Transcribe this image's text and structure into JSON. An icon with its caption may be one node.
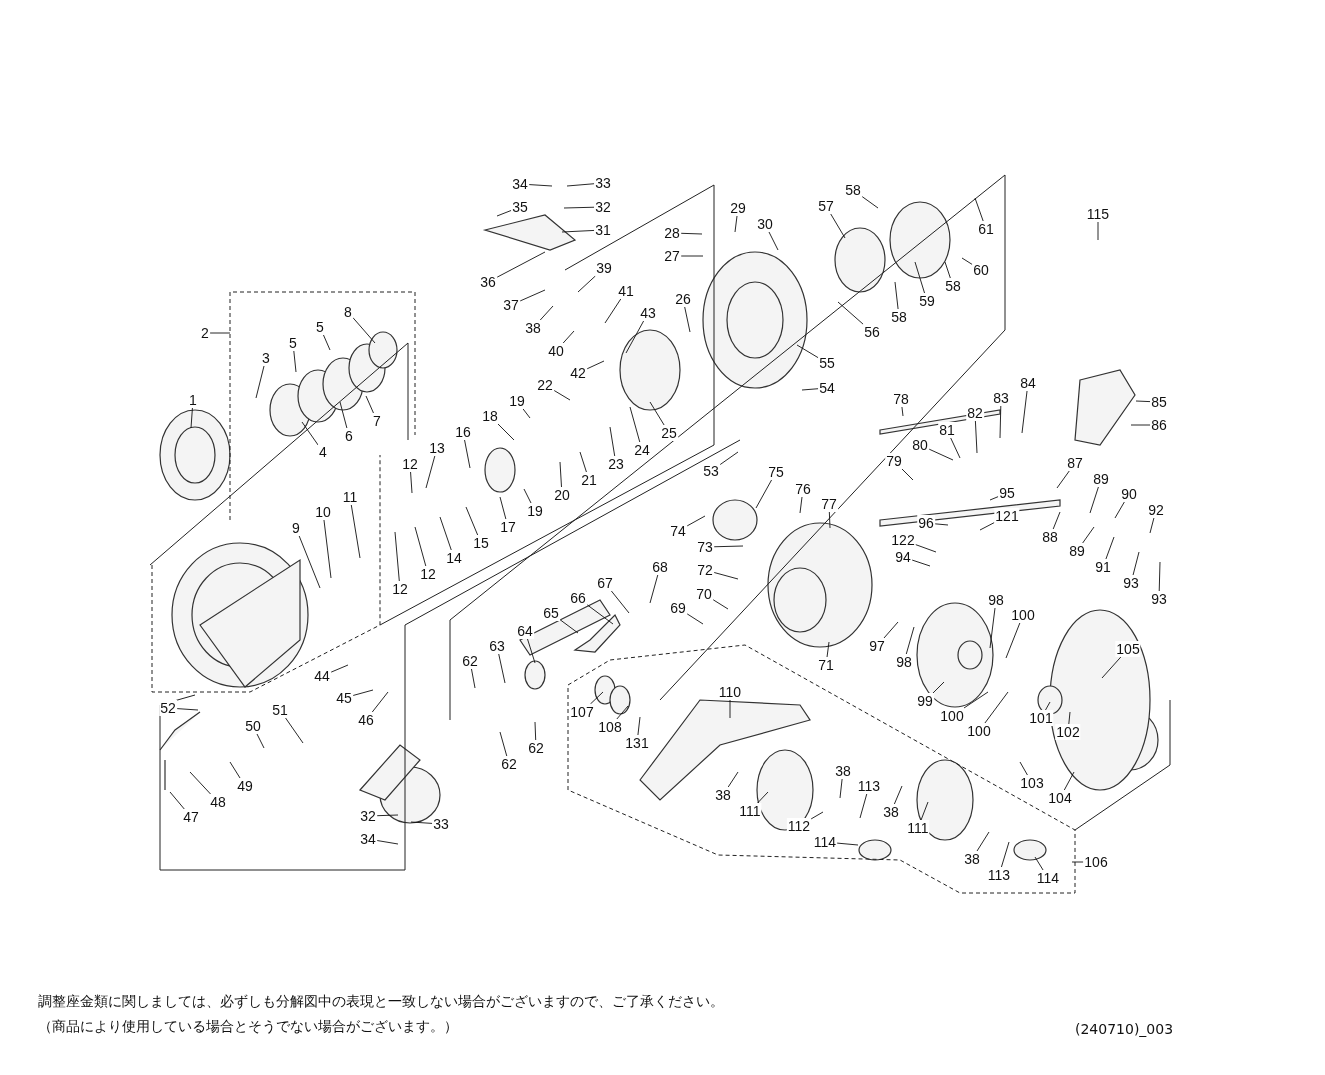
{
  "diagram": {
    "nodes": [
      {
        "text": [
          "34"
        ]
      },
      {
        "text": [
          "33"
        ]
      },
      {
        "text": [
          "32"
        ]
      },
      {
        "text": [
          "35"
        ]
      },
      {
        "text": [
          "31"
        ]
      },
      {
        "text": [
          "28"
        ]
      },
      {
        "text": [
          "29"
        ]
      },
      {
        "text": [
          "30"
        ]
      },
      {
        "text": [
          "57"
        ]
      },
      {
        "text": [
          "58"
        ]
      },
      {
        "text": [
          "61"
        ]
      },
      {
        "text": [
          "115"
        ]
      },
      {
        "text": [
          "27"
        ]
      },
      {
        "text": [
          "39"
        ]
      },
      {
        "text": [
          "36"
        ]
      },
      {
        "text": [
          "37"
        ]
      },
      {
        "text": [
          "41"
        ]
      },
      {
        "text": [
          "26"
        ]
      },
      {
        "text": [
          "60"
        ]
      },
      {
        "text": [
          "58"
        ]
      },
      {
        "text": [
          "59"
        ]
      },
      {
        "text": [
          "8"
        ]
      },
      {
        "text": [
          "2"
        ]
      },
      {
        "text": [
          "5"
        ]
      },
      {
        "text": [
          "5"
        ]
      },
      {
        "text": [
          "38"
        ]
      },
      {
        "text": [
          "43"
        ]
      },
      {
        "text": [
          "56"
        ]
      },
      {
        "text": [
          "58"
        ]
      },
      {
        "text": [
          "40"
        ]
      },
      {
        "text": [
          "3"
        ]
      },
      {
        "text": [
          "42"
        ]
      },
      {
        "text": [
          "55"
        ]
      },
      {
        "text": [
          "54"
        ]
      },
      {
        "text": [
          "22"
        ]
      },
      {
        "text": [
          "1"
        ]
      },
      {
        "text": [
          "19"
        ]
      },
      {
        "text": [
          "78"
        ]
      },
      {
        "text": [
          "84"
        ]
      },
      {
        "text": [
          "85"
        ]
      },
      {
        "text": [
          "82"
        ]
      },
      {
        "text": [
          "83"
        ]
      },
      {
        "text": [
          "86"
        ]
      },
      {
        "text": [
          "7"
        ]
      },
      {
        "text": [
          "6"
        ]
      },
      {
        "text": [
          "4"
        ]
      },
      {
        "text": [
          "25"
        ]
      },
      {
        "text": [
          "18"
        ]
      },
      {
        "text": [
          "16"
        ]
      },
      {
        "text": [
          "13"
        ]
      },
      {
        "text": [
          "24"
        ]
      },
      {
        "text": [
          "80"
        ]
      },
      {
        "text": [
          "81"
        ]
      },
      {
        "text": [
          "53"
        ]
      },
      {
        "text": [
          "23"
        ]
      },
      {
        "text": [
          "21"
        ]
      },
      {
        "text": [
          "20"
        ]
      },
      {
        "text": [
          "19"
        ]
      },
      {
        "text": [
          "79"
        ]
      },
      {
        "text": [
          "87"
        ]
      },
      {
        "text": [
          "12"
        ]
      },
      {
        "text": [
          "75"
        ]
      },
      {
        "text": [
          "89"
        ]
      },
      {
        "text": [
          "90"
        ]
      },
      {
        "text": [
          "95"
        ]
      },
      {
        "text": [
          "17"
        ]
      },
      {
        "text": [
          "15"
        ]
      },
      {
        "text": [
          "76"
        ]
      },
      {
        "text": [
          "77"
        ]
      },
      {
        "text": [
          "92"
        ]
      },
      {
        "text": [
          "96"
        ]
      },
      {
        "text": [
          "121"
        ]
      },
      {
        "text": [
          "11"
        ]
      },
      {
        "text": [
          "10"
        ]
      },
      {
        "text": [
          "9"
        ]
      },
      {
        "text": [
          "14"
        ]
      },
      {
        "text": [
          "88"
        ]
      },
      {
        "text": [
          "89"
        ]
      },
      {
        "text": [
          "74"
        ]
      },
      {
        "text": [
          "122"
        ]
      },
      {
        "text": [
          "73"
        ]
      },
      {
        "text": [
          "12"
        ]
      },
      {
        "text": [
          "12"
        ]
      },
      {
        "text": [
          "94"
        ]
      },
      {
        "text": [
          "91"
        ]
      },
      {
        "text": [
          "93"
        ]
      },
      {
        "text": [
          "93"
        ]
      },
      {
        "text": [
          "72"
        ]
      },
      {
        "text": [
          "68"
        ]
      },
      {
        "text": [
          "67"
        ]
      },
      {
        "text": [
          "70"
        ]
      },
      {
        "text": [
          "66"
        ]
      },
      {
        "text": [
          "69"
        ]
      },
      {
        "text": [
          "98"
        ]
      },
      {
        "text": [
          "100"
        ]
      },
      {
        "text": [
          "65"
        ]
      },
      {
        "text": [
          "64"
        ]
      },
      {
        "text": [
          "97"
        ]
      },
      {
        "text": [
          "98"
        ]
      },
      {
        "text": [
          "105"
        ]
      },
      {
        "text": [
          "63"
        ]
      },
      {
        "text": [
          "62"
        ]
      },
      {
        "text": [
          "71"
        ]
      },
      {
        "text": [
          "44"
        ]
      },
      {
        "text": [
          "110"
        ]
      },
      {
        "text": [
          "45"
        ]
      },
      {
        "text": [
          "99"
        ]
      },
      {
        "text": [
          "52"
        ]
      },
      {
        "text": [
          "51"
        ]
      },
      {
        "text": [
          "107"
        ]
      },
      {
        "text": [
          "100"
        ]
      },
      {
        "text": [
          "46"
        ]
      },
      {
        "text": [
          "101"
        ]
      },
      {
        "text": [
          "50"
        ]
      },
      {
        "text": [
          "108"
        ]
      },
      {
        "text": [
          "131"
        ]
      },
      {
        "text": [
          "62"
        ]
      },
      {
        "text": [
          "62"
        ]
      },
      {
        "text": [
          "100"
        ]
      },
      {
        "text": [
          "102"
        ]
      },
      {
        "text": [
          "49"
        ]
      },
      {
        "text": [
          "48"
        ]
      },
      {
        "text": [
          "103"
        ]
      },
      {
        "text": [
          "38"
        ]
      },
      {
        "text": [
          "113"
        ]
      },
      {
        "text": [
          "104"
        ]
      },
      {
        "text": [
          "38"
        ]
      },
      {
        "text": [
          "38"
        ]
      },
      {
        "text": [
          "47"
        ]
      },
      {
        "text": [
          "111"
        ]
      },
      {
        "text": [
          "111"
        ]
      },
      {
        "text": [
          "32"
        ]
      },
      {
        "text": [
          "33"
        ]
      },
      {
        "text": [
          "112"
        ]
      },
      {
        "text": [
          "114"
        ]
      },
      {
        "text": [
          "34"
        ]
      },
      {
        "text": [
          "38"
        ]
      },
      {
        "text": [
          "106"
        ]
      },
      {
        "text": [
          "113"
        ]
      },
      {
        "text": [
          "114"
        ]
      }
    ],
    "edges": [
      {
        "from": 0,
        "to": null,
        "arrow": "none"
      },
      {
        "from": 1,
        "to": null,
        "arrow": "none"
      },
      {
        "from": 2,
        "to": null,
        "arrow": "none"
      },
      {
        "from": 3,
        "to": null,
        "arrow": "none"
      },
      {
        "from": 4,
        "to": null,
        "arrow": "none"
      },
      {
        "from": 5,
        "to": null,
        "arrow": "none"
      },
      {
        "from": 6,
        "to": null,
        "arrow": "none"
      },
      {
        "from": 7,
        "to": null,
        "arrow": "none"
      },
      {
        "from": 8,
        "to": null,
        "arrow": "none"
      },
      {
        "from": 9,
        "to": null,
        "arrow": "none"
      },
      {
        "from": 10,
        "to": null,
        "arrow": "none"
      },
      {
        "from": 11,
        "to": null,
        "arrow": "none"
      },
      {
        "from": 12,
        "to": null,
        "arrow": "none"
      },
      {
        "from": 13,
        "to": null,
        "arrow": "none"
      },
      {
        "from": 14,
        "to": null,
        "arrow": "none"
      },
      {
        "from": 15,
        "to": null,
        "arrow": "none"
      },
      {
        "from": 16,
        "to": null,
        "arrow": "none"
      },
      {
        "from": 17,
        "to": null,
        "arrow": "none"
      },
      {
        "from": 18,
        "to": null,
        "arrow": "none"
      },
      {
        "from": 19,
        "to": null,
        "arrow": "none"
      },
      {
        "from": 20,
        "to": null,
        "arrow": "none"
      },
      {
        "from": 21,
        "to": null,
        "arrow": "none"
      },
      {
        "from": 22,
        "to": null,
        "arrow": "none"
      },
      {
        "from": 23,
        "to": null,
        "arrow": "none"
      },
      {
        "from": 24,
        "to": null,
        "arrow": "none"
      },
      {
        "from": 25,
        "to": null,
        "arrow": "none"
      },
      {
        "from": 26,
        "to": null,
        "arrow": "none"
      },
      {
        "from": 27,
        "to": null,
        "arrow": "none"
      },
      {
        "from": 28,
        "to": null,
        "arrow": "none"
      },
      {
        "from": 29,
        "to": null,
        "arrow": "none"
      },
      {
        "from": 30,
        "to": null,
        "arrow": "none"
      },
      {
        "from": 31,
        "to": null,
        "arrow": "none"
      },
      {
        "from": 32,
        "to": null,
        "arrow": "none"
      },
      {
        "from": 33,
        "to": null,
        "arrow": "none"
      },
      {
        "from": 34,
        "to": null,
        "arrow": "none"
      },
      {
        "from": 35,
        "to": null,
        "arrow": "none"
      },
      {
        "from": 36,
        "to": null,
        "arrow": "none"
      },
      {
        "from": 37,
        "to": null,
        "arrow": "none"
      },
      {
        "from": 38,
        "to": null,
        "arrow": "none"
      },
      {
        "from": 39,
        "to": null,
        "arrow": "none"
      },
      {
        "from": 40,
        "to": null,
        "arrow": "none"
      },
      {
        "from": 41,
        "to": null,
        "arrow": "none"
      },
      {
        "from": 42,
        "to": null,
        "arrow": "none"
      },
      {
        "from": 43,
        "to": null,
        "arrow": "none"
      },
      {
        "from": 44,
        "to": null,
        "arrow": "none"
      },
      {
        "from": 45,
        "to": null,
        "arrow": "none"
      },
      {
        "from": 46,
        "to": null,
        "arrow": "none"
      },
      {
        "from": 47,
        "to": null,
        "arrow": "none"
      },
      {
        "from": 48,
        "to": null,
        "arrow": "none"
      },
      {
        "from": 49,
        "to": null,
        "arrow": "none"
      },
      {
        "from": 50,
        "to": null,
        "arrow": "none"
      },
      {
        "from": 51,
        "to": null,
        "arrow": "none"
      },
      {
        "from": 52,
        "to": null,
        "arrow": "none"
      },
      {
        "from": 53,
        "to": null,
        "arrow": "none"
      },
      {
        "from": 54,
        "to": null,
        "arrow": "none"
      },
      {
        "from": 55,
        "to": null,
        "arrow": "none"
      },
      {
        "from": 56,
        "to": null,
        "arrow": "none"
      },
      {
        "from": 57,
        "to": null,
        "arrow": "none"
      },
      {
        "from": 58,
        "to": null,
        "arrow": "none"
      },
      {
        "from": 59,
        "to": null,
        "arrow": "none"
      },
      {
        "from": 60,
        "to": null,
        "arrow": "none"
      },
      {
        "from": 61,
        "to": null,
        "arrow": "none"
      },
      {
        "from": 62,
        "to": null,
        "arrow": "none"
      },
      {
        "from": 63,
        "to": null,
        "arrow": "none"
      },
      {
        "from": 64,
        "to": null,
        "arrow": "none"
      },
      {
        "from": 65,
        "to": null,
        "arrow": "none"
      },
      {
        "from": 66,
        "to": null,
        "arrow": "none"
      },
      {
        "from": 67,
        "to": null,
        "arrow": "none"
      },
      {
        "from": 68,
        "to": null,
        "arrow": "none"
      },
      {
        "from": 69,
        "to": null,
        "arrow": "none"
      },
      {
        "from": 70,
        "to": null,
        "arrow": "none"
      },
      {
        "from": 71,
        "to": null,
        "arrow": "none"
      },
      {
        "from": 72,
        "to": null,
        "arrow": "none"
      },
      {
        "from": 73,
        "to": null,
        "arrow": "none"
      },
      {
        "from": 74,
        "to": null,
        "arrow": "none"
      },
      {
        "from": 75,
        "to": null,
        "arrow": "none"
      },
      {
        "from": 76,
        "to": null,
        "arrow": "none"
      },
      {
        "from": 77,
        "to": null,
        "arrow": "none"
      },
      {
        "from": 78,
        "to": null,
        "arrow": "none"
      },
      {
        "from": 79,
        "to": null,
        "arrow": "none"
      },
      {
        "from": 80,
        "to": null,
        "arrow": "none"
      },
      {
        "from": 81,
        "to": null,
        "arrow": "none"
      },
      {
        "from": 82,
        "to": null,
        "arrow": "none"
      },
      {
        "from": 83,
        "to": null,
        "arrow": "none"
      },
      {
        "from": 84,
        "to": null,
        "arrow": "none"
      },
      {
        "from": 85,
        "to": null,
        "arrow": "none"
      },
      {
        "from": 86,
        "to": null,
        "arrow": "none"
      },
      {
        "from": 87,
        "to": null,
        "arrow": "none"
      },
      {
        "from": 88,
        "to": null,
        "arrow": "none"
      },
      {
        "from": 89,
        "to": null,
        "arrow": "none"
      },
      {
        "from": 90,
        "to": null,
        "arrow": "none"
      },
      {
        "from": 91,
        "to": null,
        "arrow": "none"
      },
      {
        "from": 92,
        "to": null,
        "arrow": "none"
      },
      {
        "from": 93,
        "to": null,
        "arrow": "none"
      },
      {
        "from": 94,
        "to": null,
        "arrow": "none"
      },
      {
        "from": 95,
        "to": null,
        "arrow": "none"
      },
      {
        "from": 96,
        "to": null,
        "arrow": "none"
      },
      {
        "from": 97,
        "to": null,
        "arrow": "none"
      },
      {
        "from": 98,
        "to": null,
        "arrow": "none"
      },
      {
        "from": 99,
        "to": null,
        "arrow": "none"
      },
      {
        "from": 100,
        "to": null,
        "arrow": "none"
      },
      {
        "from": 101,
        "to": null,
        "arrow": "none"
      },
      {
        "from": 102,
        "to": null,
        "arrow": "none"
      },
      {
        "from": 103,
        "to": null,
        "arrow": "none"
      },
      {
        "from": 104,
        "to": null,
        "arrow": "none"
      },
      {
        "from": 105,
        "to": null,
        "arrow": "none"
      },
      {
        "from": 106,
        "to": null,
        "arrow": "none"
      },
      {
        "from": 107,
        "to": null,
        "arrow": "none"
      },
      {
        "from": 108,
        "to": null,
        "arrow": "none"
      },
      {
        "from": 109,
        "to": null,
        "arrow": "none"
      },
      {
        "from": 110,
        "to": null,
        "arrow": "none"
      },
      {
        "from": 111,
        "to": null,
        "arrow": "none"
      },
      {
        "from": 112,
        "to": null,
        "arrow": "none"
      },
      {
        "from": 113,
        "to": null,
        "arrow": "none"
      },
      {
        "from": 114,
        "to": null,
        "arrow": "none"
      },
      {
        "from": 115,
        "to": null,
        "arrow": "none"
      },
      {
        "from": 116,
        "to": null,
        "arrow": "none"
      },
      {
        "from": 117,
        "to": null,
        "arrow": "none"
      },
      {
        "from": 118,
        "to": null,
        "arrow": "none"
      },
      {
        "from": 119,
        "to": null,
        "arrow": "none"
      },
      {
        "from": 120,
        "to": null,
        "arrow": "none"
      },
      {
        "from": 121,
        "to": null,
        "arrow": "none"
      },
      {
        "from": 122,
        "to": null,
        "arrow": "none"
      },
      {
        "from": 123,
        "to": null,
        "arrow": "none"
      },
      {
        "from": 124,
        "to": null,
        "arrow": "none"
      },
      {
        "from": 125,
        "to": null,
        "arrow": "none"
      },
      {
        "from": 126,
        "to": null,
        "arrow": "none"
      },
      {
        "from": 127,
        "to": null,
        "arrow": "none"
      },
      {
        "from": 128,
        "to": null,
        "arrow": "none"
      },
      {
        "from": 129,
        "to": null,
        "arrow": "none"
      },
      {
        "from": 130,
        "to": null,
        "arrow": "none"
      },
      {
        "from": 131,
        "to": null,
        "arrow": "none"
      },
      {
        "from": 132,
        "to": null,
        "arrow": "none"
      },
      {
        "from": 133,
        "to": null,
        "arrow": "none"
      },
      {
        "from": 134,
        "to": null,
        "arrow": "none"
      },
      {
        "from": 135,
        "to": null,
        "arrow": "none"
      },
      {
        "from": 136,
        "to": null,
        "arrow": "none"
      },
      {
        "from": 137,
        "to": null,
        "arrow": "none"
      },
      {
        "from": 138,
        "to": null,
        "arrow": "none"
      },
      {
        "from": 139,
        "to": null,
        "arrow": "none"
      }
    ],
    "labels": [
      "調整座金類に関しましては、必ずしも分解図中の表現と一致しない場合がございますので、ご了承ください。",
      "（商品により使用している場合とそうでない場合がございます。）",
      "(240710)_003"
    ]
  }
}
